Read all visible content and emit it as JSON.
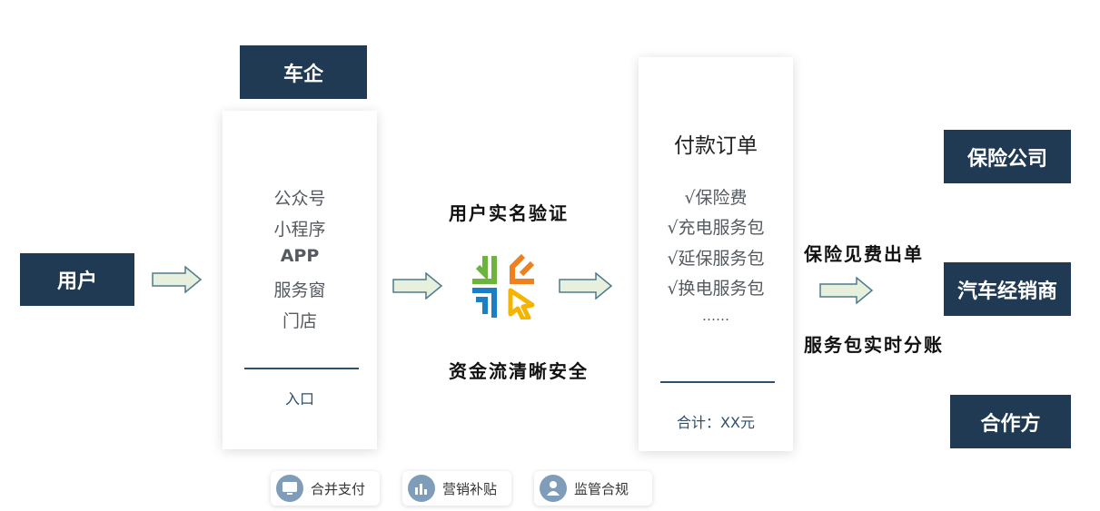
{
  "nodes": {
    "user": "用户",
    "car_company": "车企",
    "insurance": "保险公司",
    "dealer": "汽车经销商",
    "partner": "合作方"
  },
  "entry_card": {
    "items": [
      "公众号",
      "小程序",
      "APP",
      "服务窗",
      "门店"
    ],
    "footer": "入口"
  },
  "order_card": {
    "title": "付款订单",
    "items": [
      "√保险费",
      "√充电服务包",
      "√延保服务包",
      "√换电服务包",
      "……"
    ],
    "footer": "合计：XX元"
  },
  "middle": {
    "top_label": "用户实名验证",
    "bottom_label": "资金流清晰安全"
  },
  "right_labels": {
    "top": "保险见费出单",
    "bottom": "服务包实时分账"
  },
  "features": [
    {
      "icon": "monitor-icon",
      "label": "合并支付"
    },
    {
      "icon": "bar-chart-icon",
      "label": "营销补贴"
    },
    {
      "icon": "person-icon",
      "label": "监管合规"
    }
  ],
  "colors": {
    "navy": "#1f3a52",
    "arrow_fill": "#e6f0dc",
    "arrow_stroke": "#4f7a8e",
    "logo_green": "#6cb33f",
    "logo_orange": "#f07f1e",
    "logo_blue": "#1a7fc4",
    "logo_yellow": "#f4b400"
  }
}
